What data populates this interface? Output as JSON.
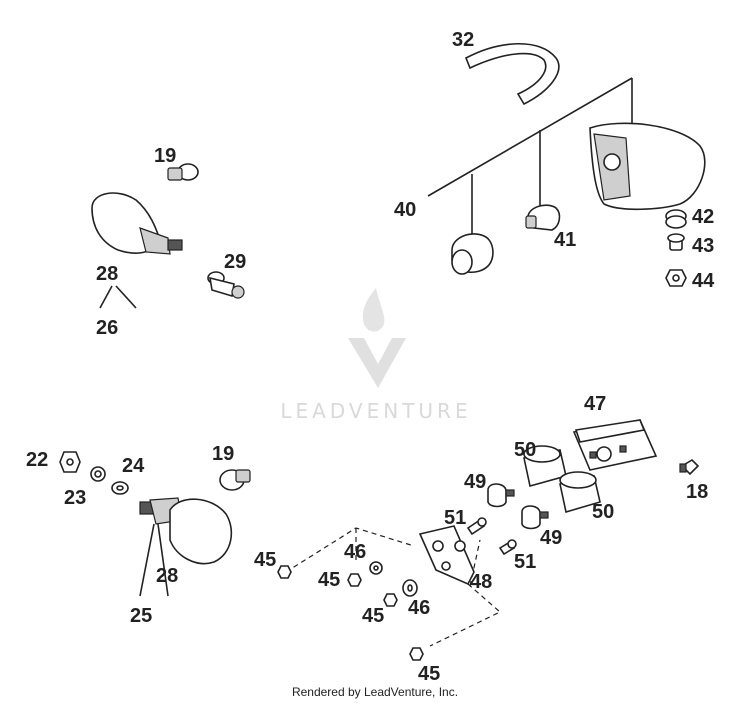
{
  "watermark": {
    "text": "LEADVENTURE"
  },
  "footer": {
    "text": "Rendered by LeadVenture, Inc."
  },
  "callouts": {
    "c32": "32",
    "c40": "40",
    "c41": "41",
    "c42": "42",
    "c43": "43",
    "c44": "44",
    "c19a": "19",
    "c28a": "28",
    "c26": "26",
    "c29": "29",
    "c22": "22",
    "c23": "23",
    "c24": "24",
    "c19b": "19",
    "c28b": "28",
    "c25": "25",
    "c45a": "45",
    "c46a": "46",
    "c45b": "45",
    "c45c": "45",
    "c46b": "46",
    "c45d": "45",
    "c47": "47",
    "c50a": "50",
    "c49a": "49",
    "c51a": "51",
    "c49b": "49",
    "c50b": "50",
    "c51b": "51",
    "c48": "48",
    "c18": "18"
  }
}
